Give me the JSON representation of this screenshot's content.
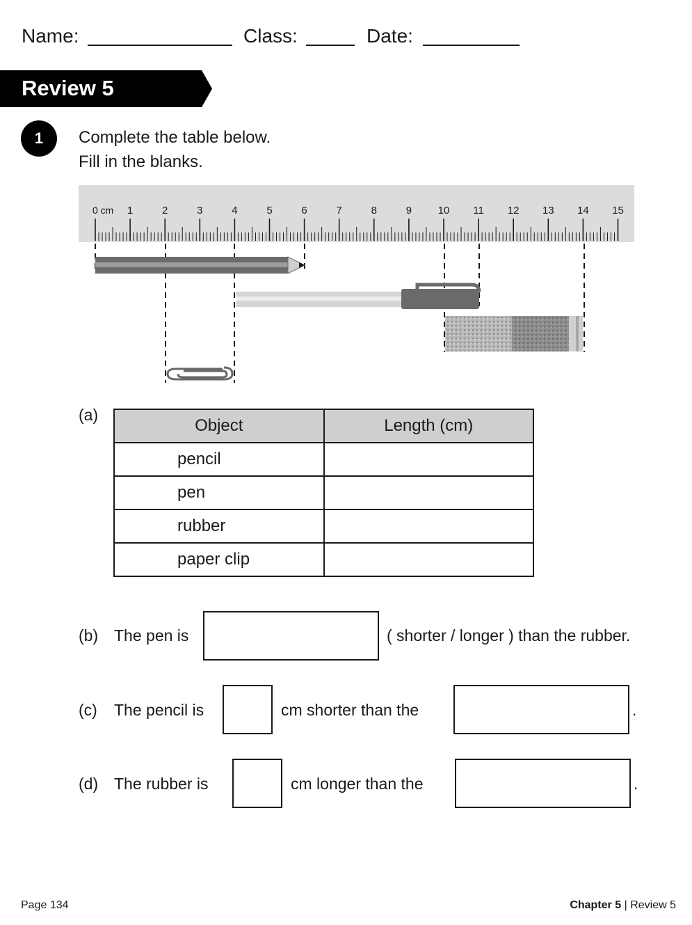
{
  "header": {
    "name_label": "Name:",
    "class_label": "Class:",
    "date_label": "Date:"
  },
  "section_title": "Review 5",
  "question": {
    "number": "1",
    "instruction_1": "Complete the table below.",
    "instruction_2": "Fill in the blanks."
  },
  "ruler": {
    "unit_label": "0 cm",
    "ticks": [
      "1",
      "2",
      "3",
      "4",
      "5",
      "6",
      "7",
      "8",
      "9",
      "10",
      "11",
      "12",
      "13",
      "14",
      "15"
    ]
  },
  "part_a": {
    "label": "(a)",
    "columns": [
      "Object",
      "Length (cm)"
    ],
    "rows": [
      {
        "object": "pencil",
        "length": ""
      },
      {
        "object": "pen",
        "length": ""
      },
      {
        "object": "rubber",
        "length": ""
      },
      {
        "object": "paper clip",
        "length": ""
      }
    ]
  },
  "part_b": {
    "label": "(b)",
    "text_1": "The pen is",
    "text_2": "( shorter / longer ) than the rubber."
  },
  "part_c": {
    "label": "(c)",
    "text_1": "The pencil is",
    "text_2": "cm shorter than the",
    "end": "."
  },
  "part_d": {
    "label": "(d)",
    "text_1": "The rubber is",
    "text_2": "cm longer than the",
    "end": "."
  },
  "footer": {
    "page": "Page 134",
    "chapter": "Chapter 5",
    "separator": "|",
    "section": "Review 5"
  }
}
